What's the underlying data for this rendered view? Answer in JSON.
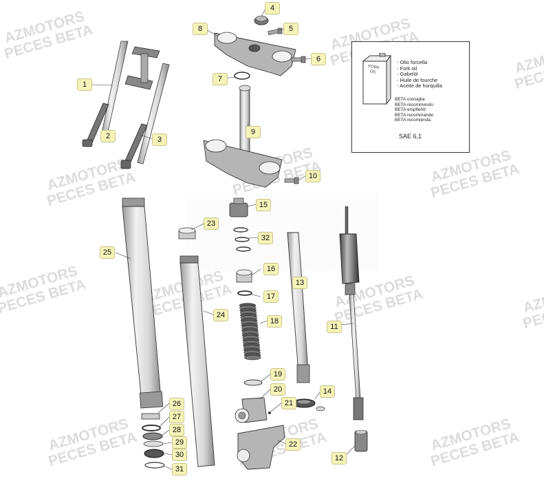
{
  "watermark": {
    "line1": "AZMOTORS",
    "line2": "PECES BETA"
  },
  "oil_box": {
    "can_label": "FORK OIL",
    "names": [
      "- Olio forcella",
      "- Fork oil",
      "- Gabelöl",
      "- Huile de fourche",
      "- Aceite de horquilla"
    ],
    "recommend": [
      "BETA consiglia:",
      "BETA recommends:",
      "BETA empfiehlt:",
      "BETA recommande:",
      "BETA recomienda:"
    ],
    "grade": "SAE 6,1"
  },
  "callouts": [
    "1",
    "2",
    "3",
    "4",
    "5",
    "6",
    "7",
    "8",
    "9",
    "10",
    "11",
    "12",
    "13",
    "14",
    "15",
    "16",
    "17",
    "18",
    "19",
    "20",
    "21",
    "22",
    "23",
    "24",
    "25",
    "26",
    "27",
    "28",
    "29",
    "30",
    "31",
    "32"
  ],
  "colors": {
    "callout_fill": "#f5f3b8",
    "line": "#333333",
    "part_light": "#e8e8e8",
    "part_mid": "#b5b5b5",
    "part_dark": "#555555"
  }
}
